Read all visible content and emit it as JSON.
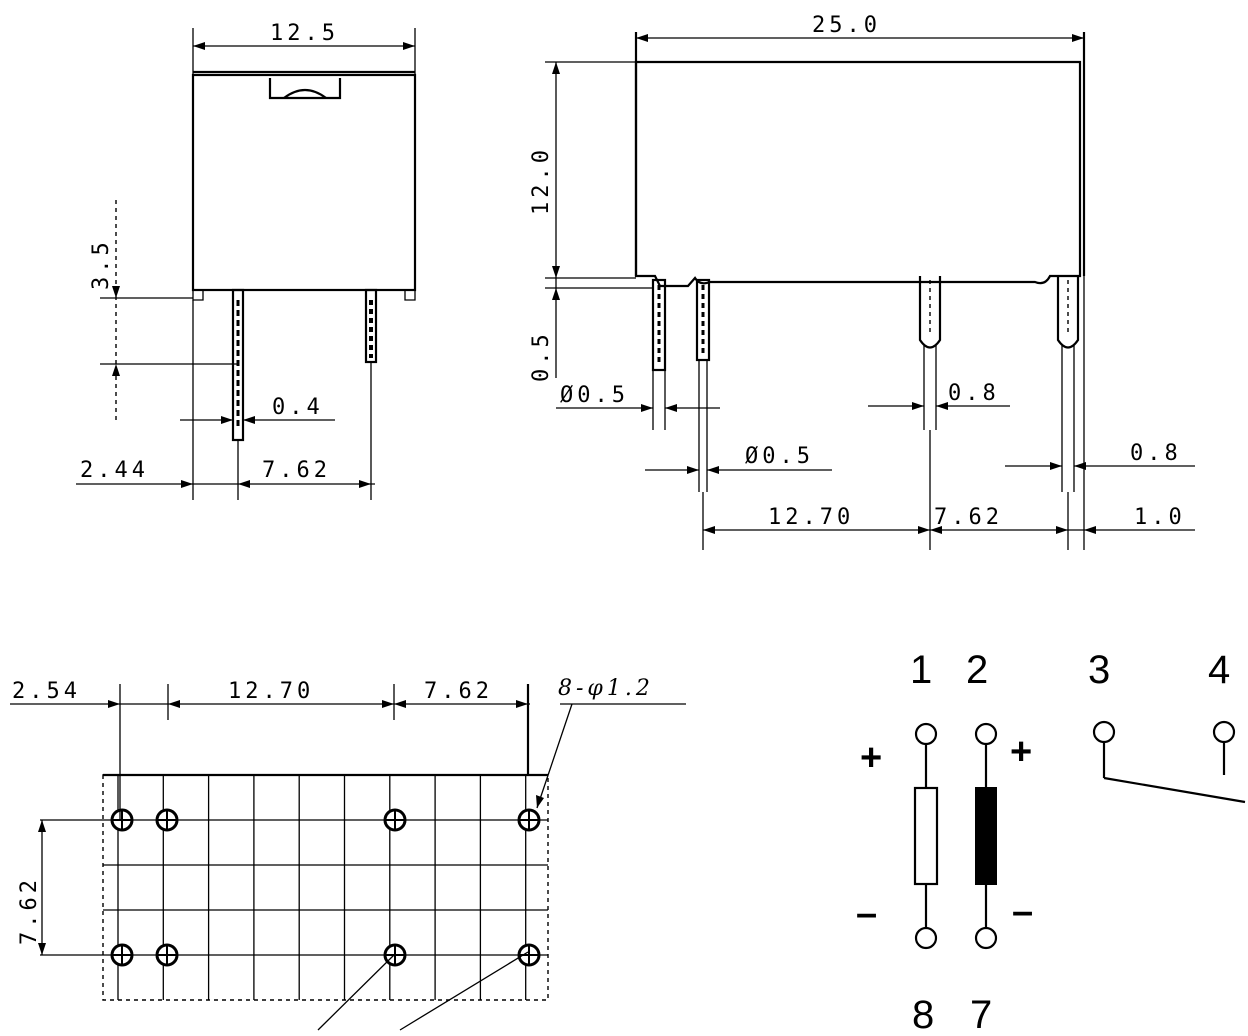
{
  "side_view": {
    "width": "12.5",
    "standoff": "3.5",
    "pin_width": "0.4",
    "offset": "2.44",
    "pin_spacing": "7.62"
  },
  "front_view": {
    "length": "25.0",
    "height": "12.0",
    "standoff": "0.5",
    "pin1_diameter": "Ø0.5",
    "pin2_diameter": "Ø0.5",
    "pin3_width": "0.8",
    "pin4_width": "0.8",
    "spacing_a": "12.70",
    "spacing_b": "7.62",
    "edge": "1.0"
  },
  "pcb_layout": {
    "offset": "2.54",
    "spacing_a": "12.70",
    "spacing_b": "7.62",
    "hole_spec": "8-φ1.2",
    "row_spacing": "7.62"
  },
  "schematic": {
    "pins_top": [
      "1",
      "2",
      "3",
      "4"
    ],
    "pins_bottom": [
      "8",
      "7"
    ],
    "plus": "+",
    "minus": "–"
  }
}
